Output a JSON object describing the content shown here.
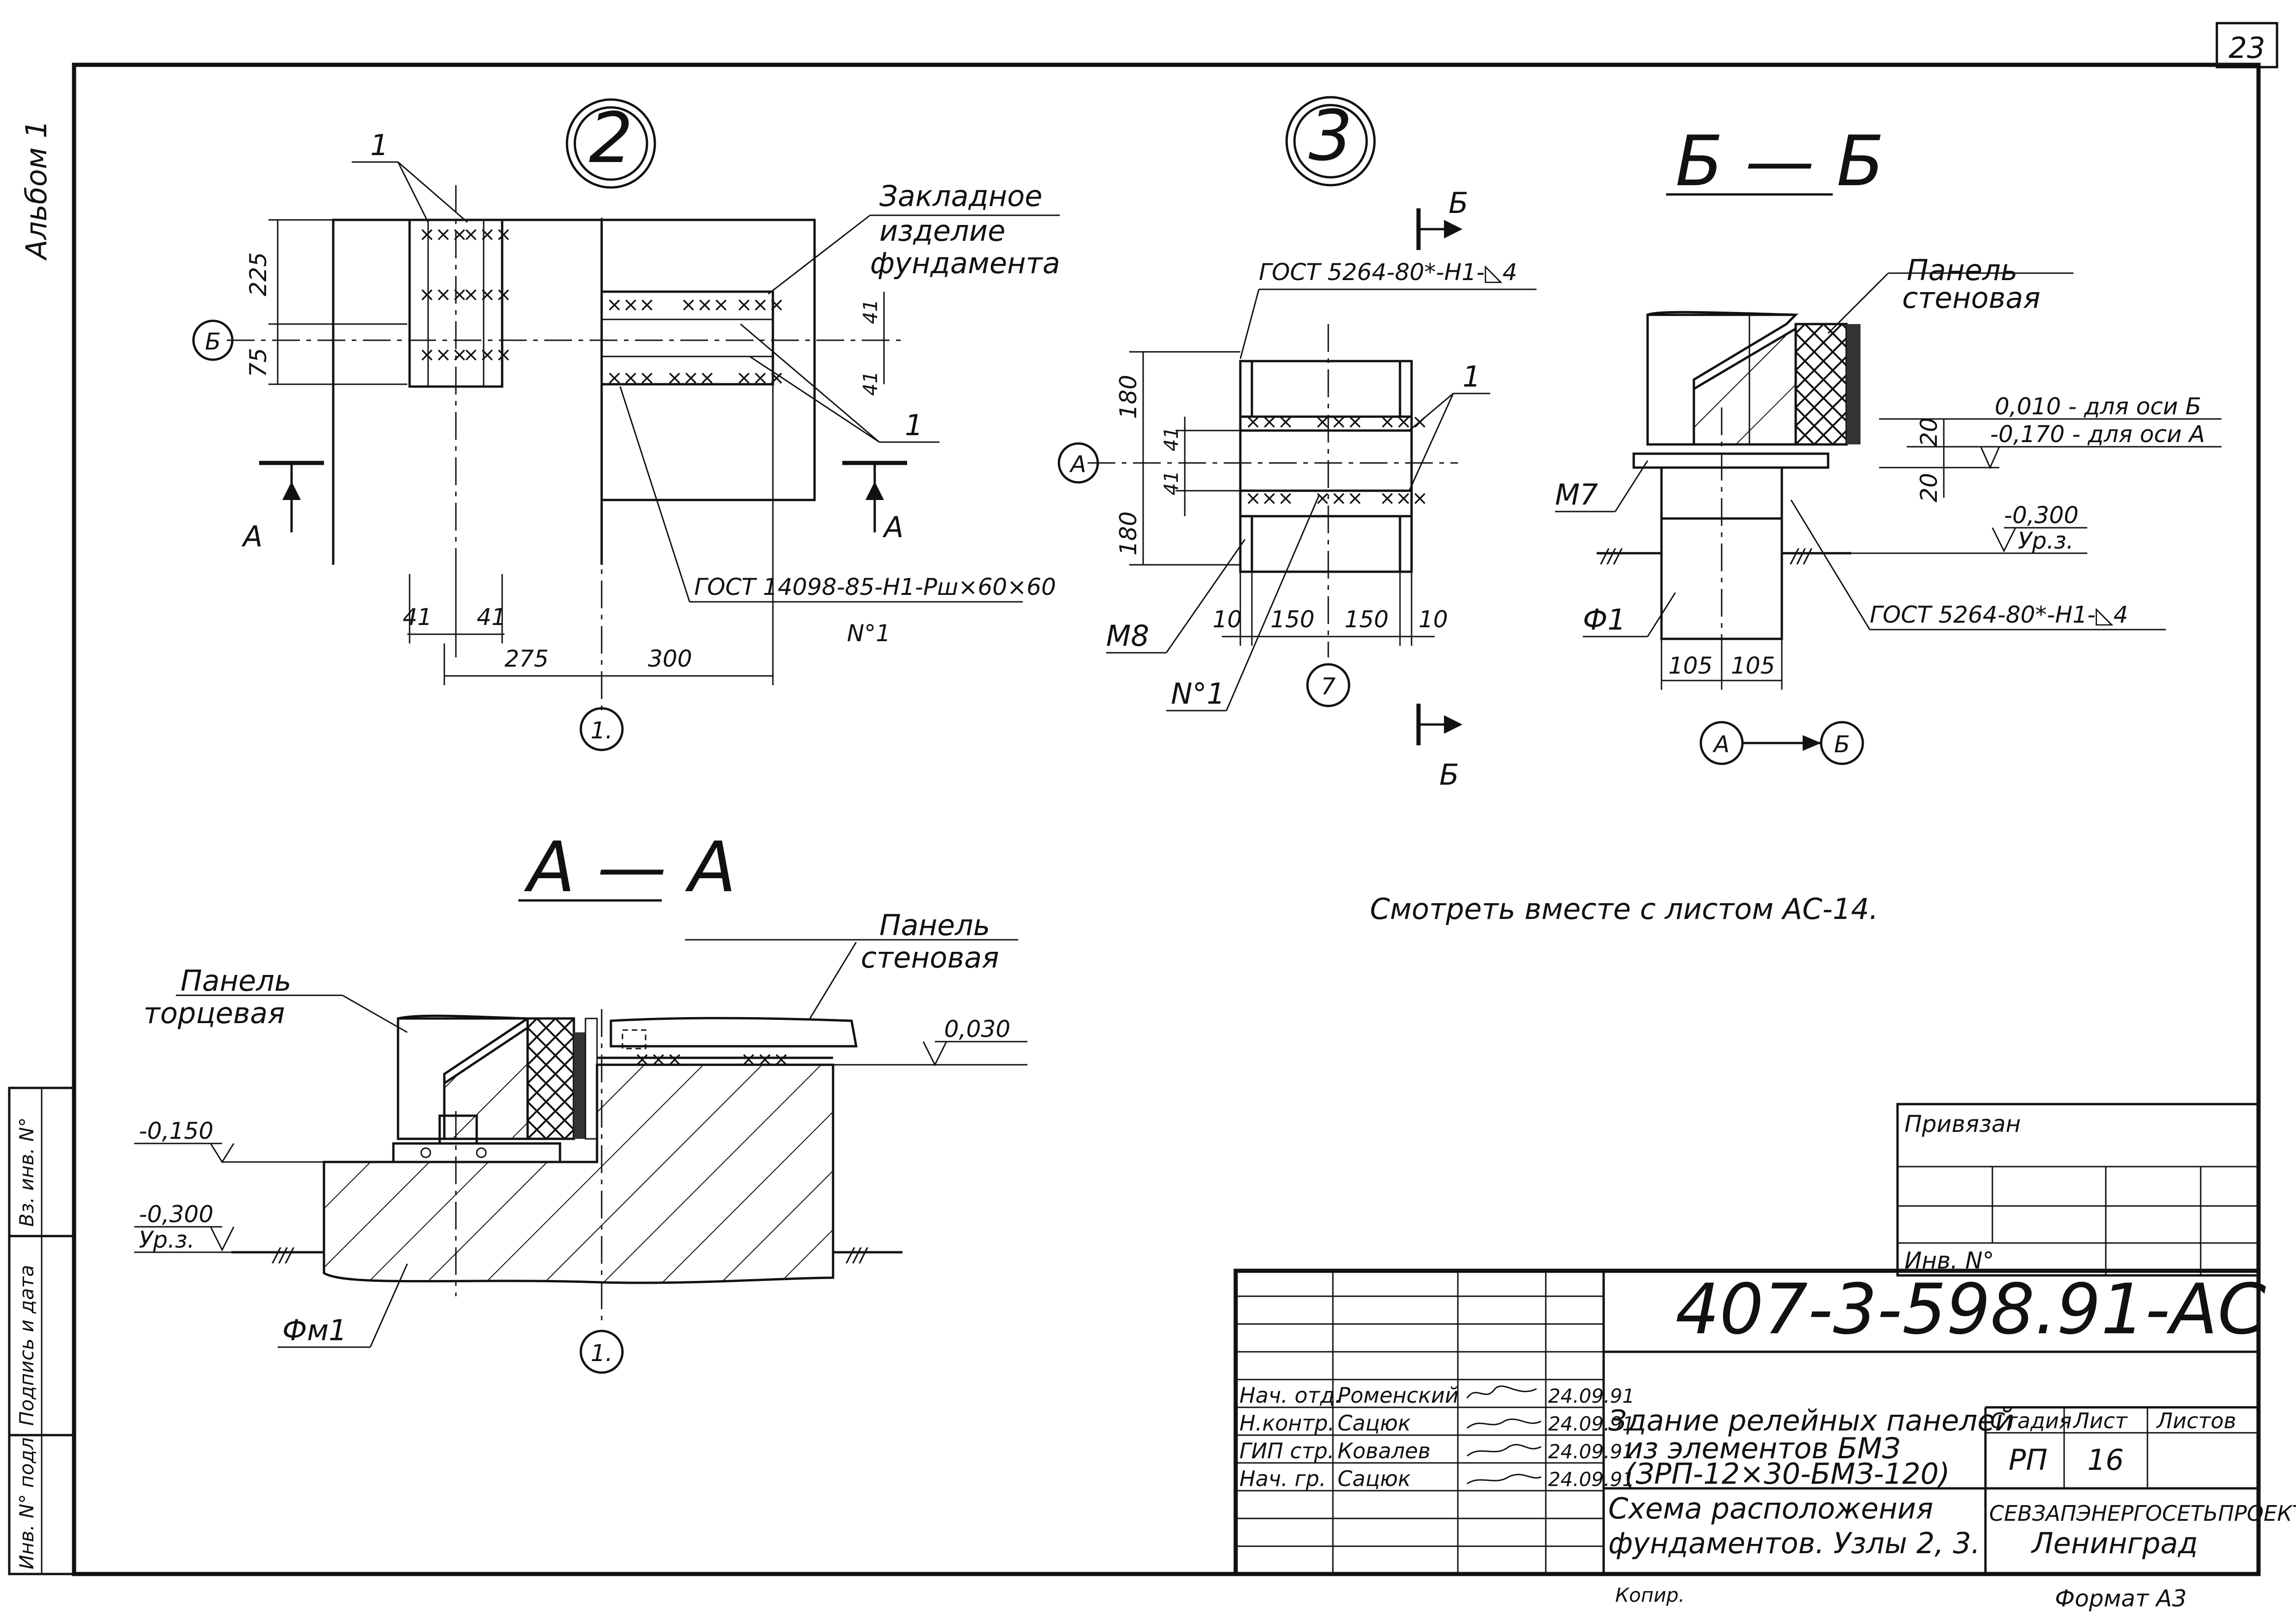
{
  "sheet": {
    "number": "23",
    "album": "Альбом 1",
    "doc_code": "407-3-598.91-АС",
    "note": "Смотреть вместе с листом АС-14.",
    "format": "Формат А3",
    "copy": "Копир."
  },
  "node2": {
    "id": "2",
    "label_embedded": [
      "Закладное",
      "изделие",
      "фундамента"
    ],
    "gost": "ГОСТ 14098-85-Н1-Рш×60×60",
    "item": "N°1",
    "callout": "1",
    "section": "А",
    "axis_b": "Б",
    "axis_1": "1.",
    "dims": [
      "225",
      "75",
      "41",
      "41",
      "41",
      "41",
      "275",
      "300"
    ]
  },
  "node3": {
    "id": "3",
    "gost": "ГОСТ 5264-80*-Н1-◺4",
    "callout": "1",
    "axis_a": "А",
    "axis_7": "7",
    "section": "Б",
    "m8": "М8",
    "item": "N°1",
    "dims": [
      "180",
      "41",
      "41",
      "180",
      "10",
      "150",
      "150",
      "10"
    ]
  },
  "sectionBB": {
    "title": "Б — Б",
    "panel": [
      "Панель",
      "стеновая"
    ],
    "lvl1": "0,010 - для оси Б",
    "lvl2": "-0,170 - для оси А",
    "lvl3": "-0,300",
    "lvl3b": "Ур.з.",
    "m7": "М7",
    "f1": "Ф1",
    "gost": "ГОСТ 5264-80*-Н1-◺4",
    "dims": [
      "20",
      "20",
      "105",
      "105"
    ],
    "axis_a": "А",
    "axis_b": "Б"
  },
  "sectionAA": {
    "title": "А — А",
    "panel_wall": [
      "Панель",
      "стеновая"
    ],
    "panel_end": [
      "Панель",
      "торцевая"
    ],
    "lvl1": "0,030",
    "lvl2": "-0,150",
    "lvl3": "-0,300",
    "lvl3b": "Ур.з.",
    "fm": "Фм1",
    "axis_1": "1."
  },
  "binding": {
    "title": "Привязан",
    "inv": "Инв. N°"
  },
  "side_stamp": [
    "Инв. N° подл.",
    "Подпись и дата",
    "Вз. инв. N°"
  ],
  "title_block": {
    "rows": [
      {
        "role": "Нач. отд.",
        "name": "Роменский",
        "date": "24.09.91"
      },
      {
        "role": "Н.контр.",
        "name": "Сацюк",
        "date": "24.09.91"
      },
      {
        "role": "ГИП стр.",
        "name": "Ковалев",
        "date": "24.09.91"
      },
      {
        "role": "Нач. гр.",
        "name": "Сацюк",
        "date": "24.09.91"
      }
    ],
    "building": [
      "Здание релейных панелей",
      "из элементов БМЗ",
      "(ЗРП-12×30-БМЗ-120)"
    ],
    "drawing": [
      "Схема расположения",
      "фундаментов. Узлы 2, 3."
    ],
    "stage_h": "Стадия",
    "sheet_h": "Лист",
    "sheets_h": "Листов",
    "stage": "РП",
    "sheet": "16",
    "org": "СЕВЗАПЭНЕРГОСЕТЬПРОЕКТ",
    "city": "Ленинград"
  }
}
